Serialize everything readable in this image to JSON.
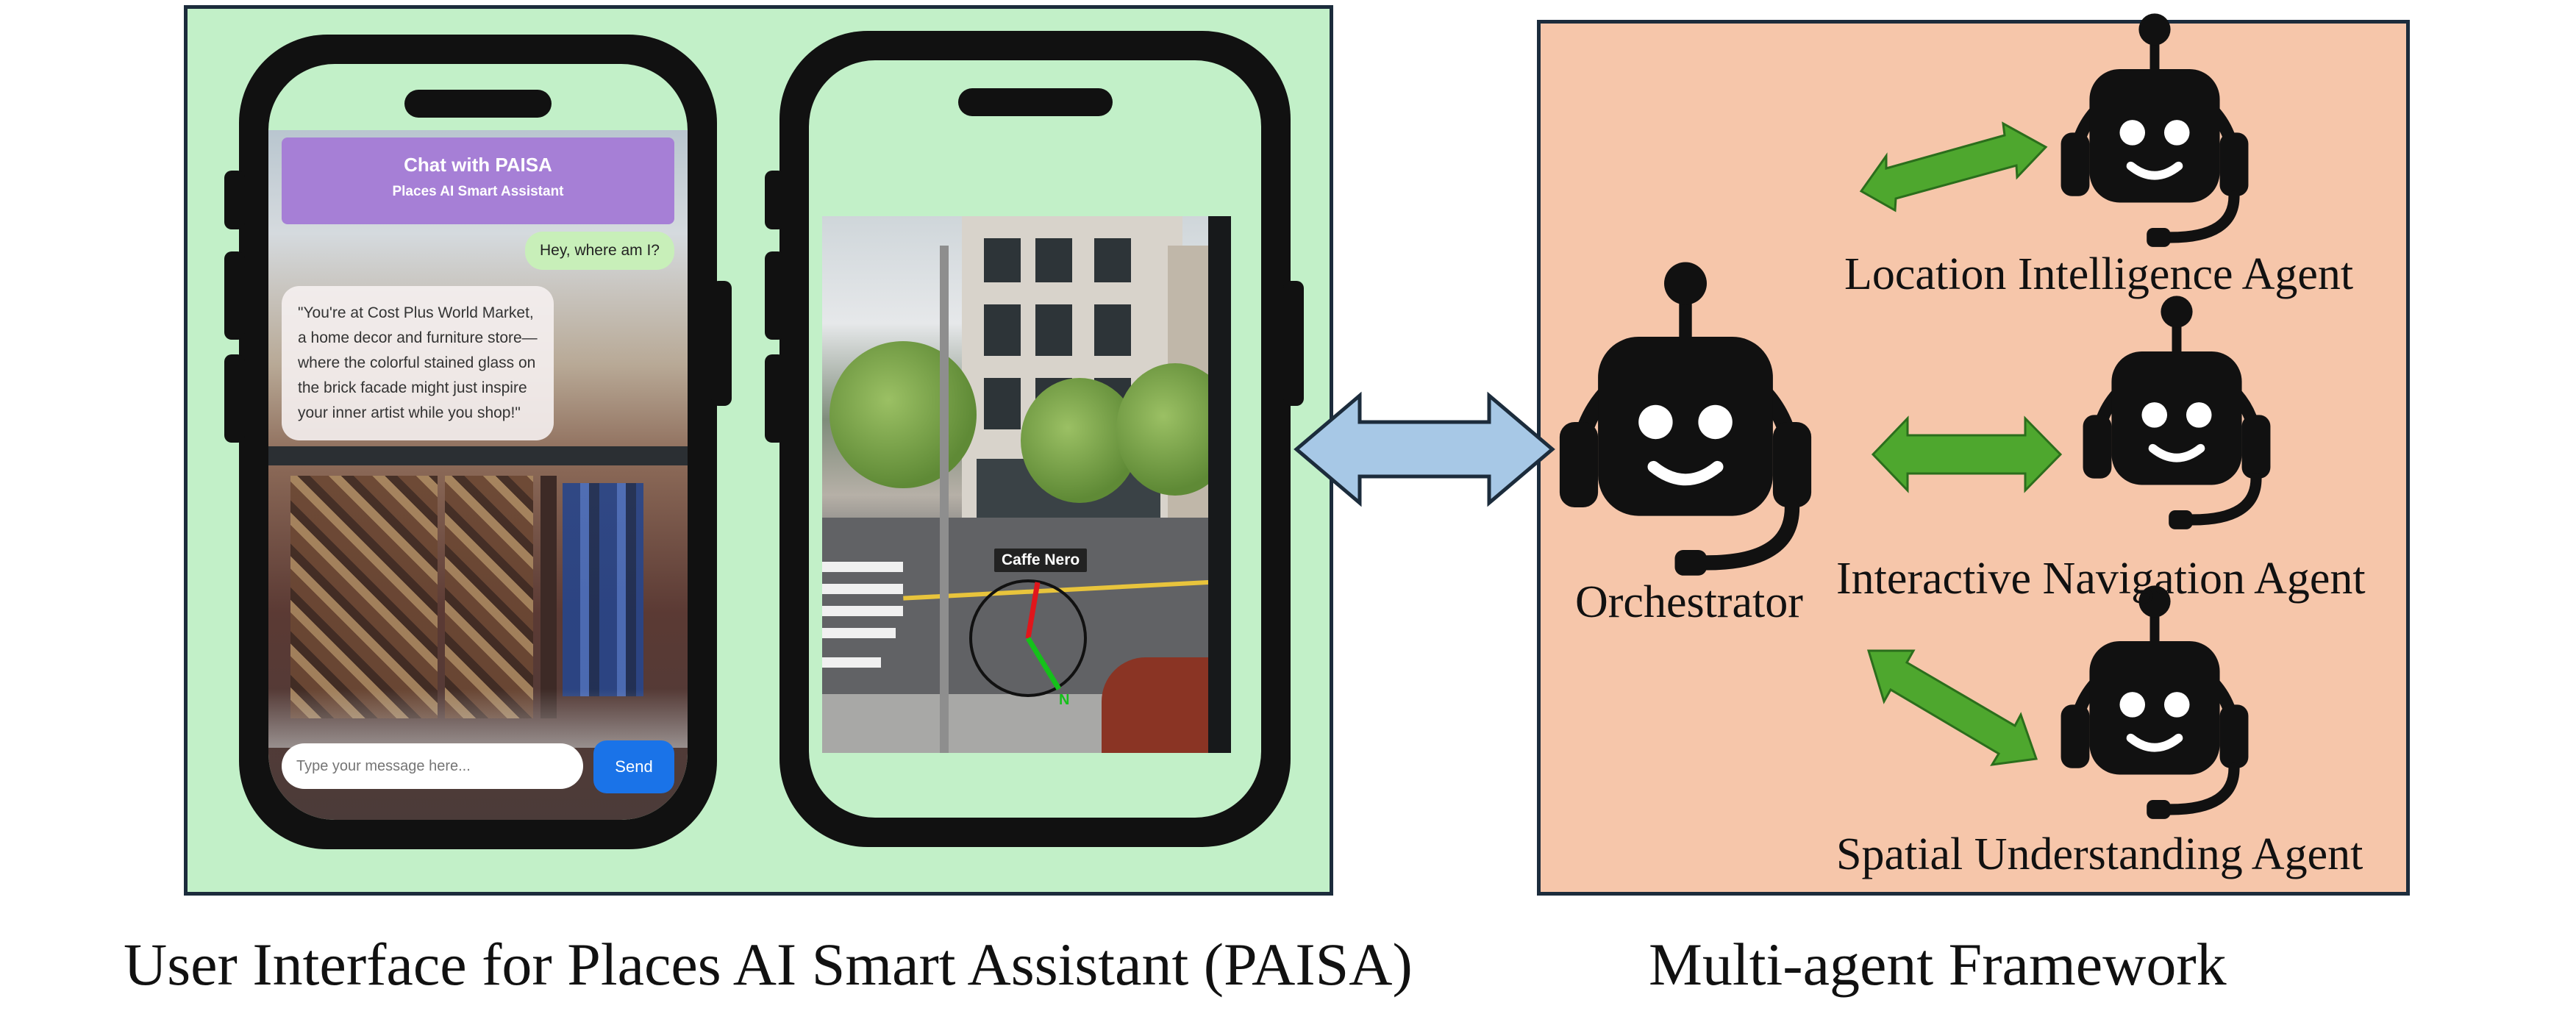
{
  "chat": {
    "title": "Chat with PAISA",
    "subtitle": "Places AI Smart Assistant",
    "user_message": "Hey, where am I?",
    "bot_message": "\"You're at Cost Plus World Market, a home decor and furniture store—where the colorful stained glass on the brick facade might just inspire your inner artist while you shop!\"",
    "input_placeholder": "Type your message here...",
    "send_label": "Send"
  },
  "navigation": {
    "place_label": "Caffe Nero",
    "compass_north_label": "N"
  },
  "agents": {
    "orchestrator": "Orchestrator",
    "location": "Location Intelligence Agent",
    "navigation": "Interactive Navigation Agent",
    "spatial": "Spatial Understanding Agent"
  },
  "captions": {
    "left": "User Interface for Places AI Smart Assistant (PAISA)",
    "right": "Multi-agent Framework"
  },
  "colors": {
    "ui_panel": "#c2f0c8",
    "agent_panel": "#f6c6aa",
    "border": "#1c2c3c",
    "link_arrow": "#4ea72e",
    "bridge_arrow": "#a7c8e6",
    "chat_header": "#a67fd6",
    "send_button": "#1a73e8"
  },
  "icons": {
    "agent": "robot-headset-icon"
  }
}
